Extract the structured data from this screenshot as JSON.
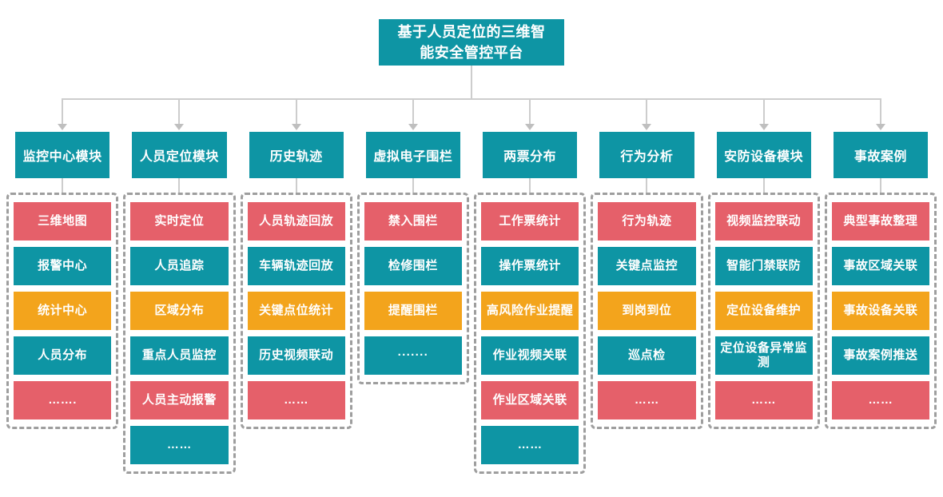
{
  "title": "基于人员定位的三维智能安全管控平台",
  "colors": {
    "teal": "#0e95a4",
    "red": "#e5606a",
    "orange": "#f3a41c",
    "connector": "#cdcdcd",
    "arrow": "#bfbfbf",
    "dashed_border": "#9e9e9e",
    "text": "#ffffff",
    "background": "#ffffff"
  },
  "columns": [
    {
      "header": "监控中心模块",
      "items": [
        {
          "label": "三维地图",
          "color": "red"
        },
        {
          "label": "报警中心",
          "color": "teal"
        },
        {
          "label": "统计中心",
          "color": "orange"
        },
        {
          "label": "人员分布",
          "color": "teal"
        },
        {
          "label": "…….",
          "color": "red"
        }
      ]
    },
    {
      "header": "人员定位模块",
      "items": [
        {
          "label": "实时定位",
          "color": "red"
        },
        {
          "label": "人员追踪",
          "color": "teal"
        },
        {
          "label": "区域分布",
          "color": "orange"
        },
        {
          "label": "重点人员监控",
          "color": "teal"
        },
        {
          "label": "人员主动报警",
          "color": "red"
        },
        {
          "label": "……",
          "color": "teal"
        }
      ]
    },
    {
      "header": "历史轨迹",
      "items": [
        {
          "label": "人员轨迹回放",
          "color": "red"
        },
        {
          "label": "车辆轨迹回放",
          "color": "teal"
        },
        {
          "label": "关键点位统计",
          "color": "orange"
        },
        {
          "label": "历史视频联动",
          "color": "teal"
        },
        {
          "label": "……",
          "color": "red"
        }
      ]
    },
    {
      "header": "虚拟电子围栏",
      "items": [
        {
          "label": "禁入围栏",
          "color": "red"
        },
        {
          "label": "检修围栏",
          "color": "teal"
        },
        {
          "label": "提醒围栏",
          "color": "orange"
        },
        {
          "label": "·······",
          "color": "teal"
        }
      ]
    },
    {
      "header": "两票分布",
      "items": [
        {
          "label": "工作票统计",
          "color": "red"
        },
        {
          "label": "操作票统计",
          "color": "teal"
        },
        {
          "label": "高风险作业提醒",
          "color": "orange"
        },
        {
          "label": "作业视频关联",
          "color": "teal"
        },
        {
          "label": "作业区域关联",
          "color": "red"
        },
        {
          "label": "……",
          "color": "teal"
        }
      ]
    },
    {
      "header": "行为分析",
      "items": [
        {
          "label": "行为轨迹",
          "color": "red"
        },
        {
          "label": "关键点监控",
          "color": "teal"
        },
        {
          "label": "到岗到位",
          "color": "orange"
        },
        {
          "label": "巡点检",
          "color": "teal"
        },
        {
          "label": "……",
          "color": "red"
        }
      ]
    },
    {
      "header": "安防设备模块",
      "items": [
        {
          "label": "视频监控联动",
          "color": "red"
        },
        {
          "label": "智能门禁联防",
          "color": "teal"
        },
        {
          "label": "定位设备维护",
          "color": "orange"
        },
        {
          "label": "定位设备异常监测",
          "color": "teal"
        },
        {
          "label": "……",
          "color": "red"
        }
      ]
    },
    {
      "header": "事故案例",
      "items": [
        {
          "label": "典型事故整理",
          "color": "red"
        },
        {
          "label": "事故区域关联",
          "color": "teal"
        },
        {
          "label": "事故设备关联",
          "color": "orange"
        },
        {
          "label": "事故案例推送",
          "color": "teal"
        },
        {
          "label": "……",
          "color": "red"
        }
      ]
    }
  ]
}
